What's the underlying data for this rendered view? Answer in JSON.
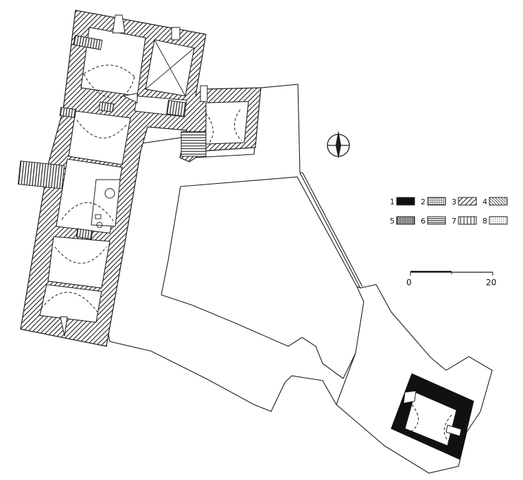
{
  "legend": {
    "items": [
      {
        "key": "1",
        "pattern": "solid"
      },
      {
        "key": "2",
        "pattern": "crosshatch"
      },
      {
        "key": "3",
        "pattern": "diagonal"
      },
      {
        "key": "4",
        "pattern": "diagonal-dense"
      },
      {
        "key": "5",
        "pattern": "vertical-dense"
      },
      {
        "key": "6",
        "pattern": "horizontal"
      },
      {
        "key": "7",
        "pattern": "vertical"
      },
      {
        "key": "8",
        "pattern": "dotted"
      }
    ]
  },
  "scale_bar": {
    "start_label": "0",
    "end_label": "20"
  },
  "north_arrow": {
    "icon": "north-arrow-icon"
  },
  "colors": {
    "ink": "#1a1a1a",
    "paper": "#ffffff"
  }
}
